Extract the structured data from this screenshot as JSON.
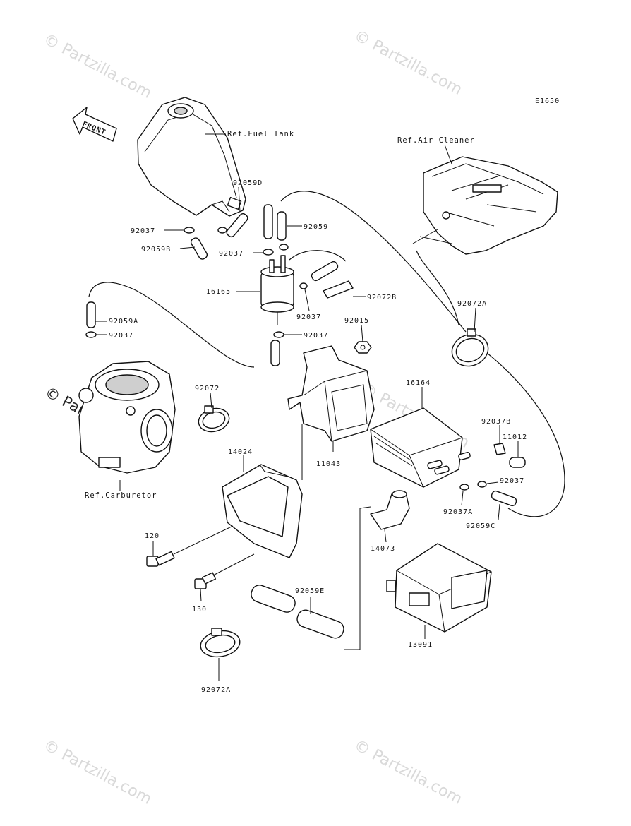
{
  "diagram_code": "E1650",
  "front_arrow": "FRONT",
  "watermark": "© Partzilla.com",
  "references": {
    "fuel_tank": "Ref.Fuel Tank",
    "air_cleaner": "Ref.Air Cleaner",
    "carburetor": "Ref.Carburetor"
  },
  "parts": {
    "p92059D": "92059D",
    "p92059": "92059",
    "p92037_a": "92037",
    "p92059B": "92059B",
    "p92037_b": "92037",
    "p16165": "16165",
    "p92037_c": "92037",
    "p92072B": "92072B",
    "p92072A_top": "92072A",
    "p92059A": "92059A",
    "p92037_d": "92037",
    "p92037_e": "92037",
    "p92015": "92015",
    "p92072": "92072",
    "p16164": "16164",
    "p92037B": "92037B",
    "p11012": "11012",
    "p11043": "11043",
    "p14024": "14024",
    "p92037_f": "92037",
    "p92037A": "92037A",
    "p92059C": "92059C",
    "p120": "120",
    "p14073": "14073",
    "p130": "130",
    "p92059E": "92059E",
    "p13091": "13091",
    "p92072A_bottom": "92072A"
  }
}
